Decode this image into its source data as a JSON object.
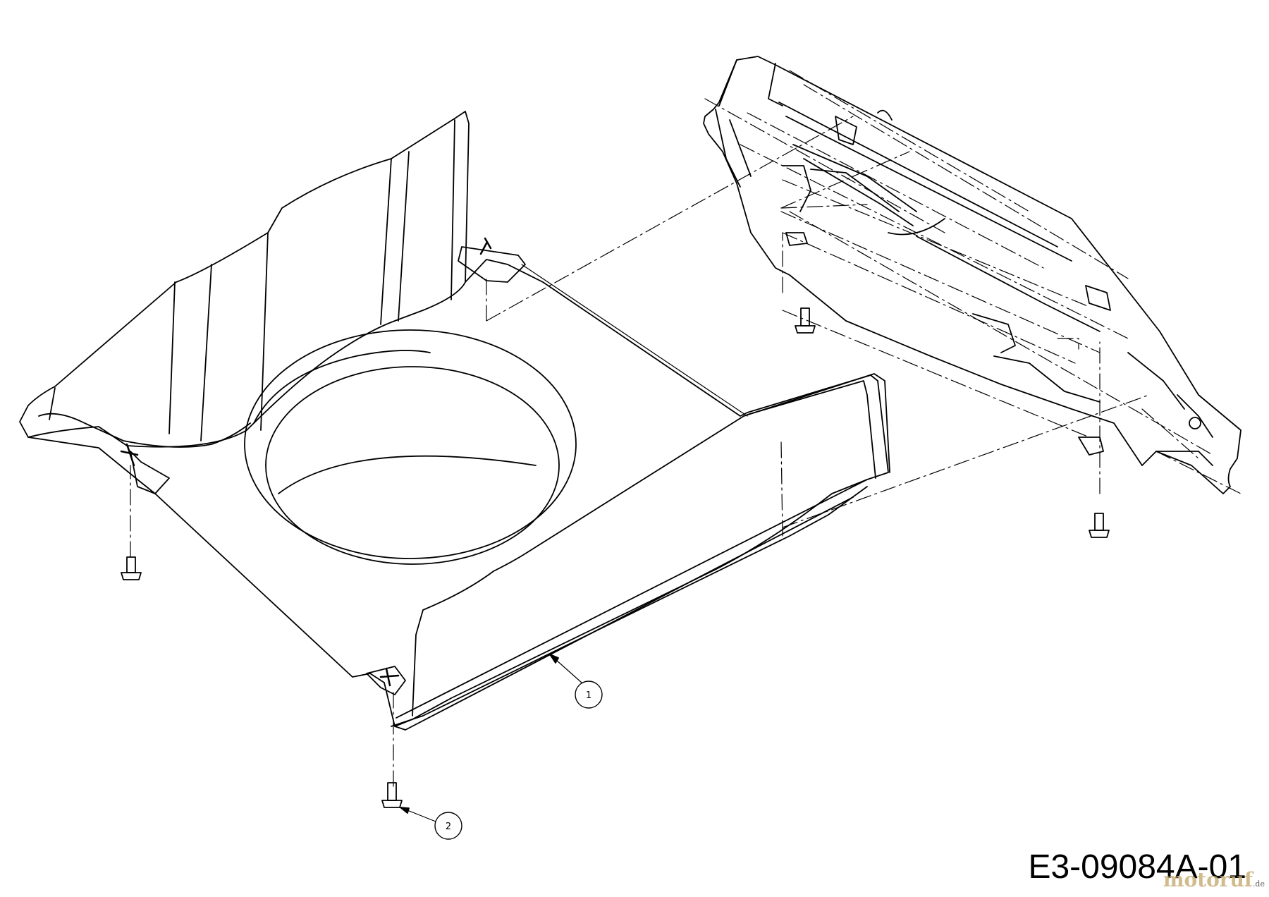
{
  "diagram": {
    "drawing_number": "E3-09084A-01",
    "callouts": [
      {
        "id": "1",
        "label": "1"
      },
      {
        "id": "2",
        "label": "2"
      }
    ]
  },
  "watermark": {
    "brand": "motoruf",
    "suffix": ".de",
    "color": "#c9b07a"
  }
}
